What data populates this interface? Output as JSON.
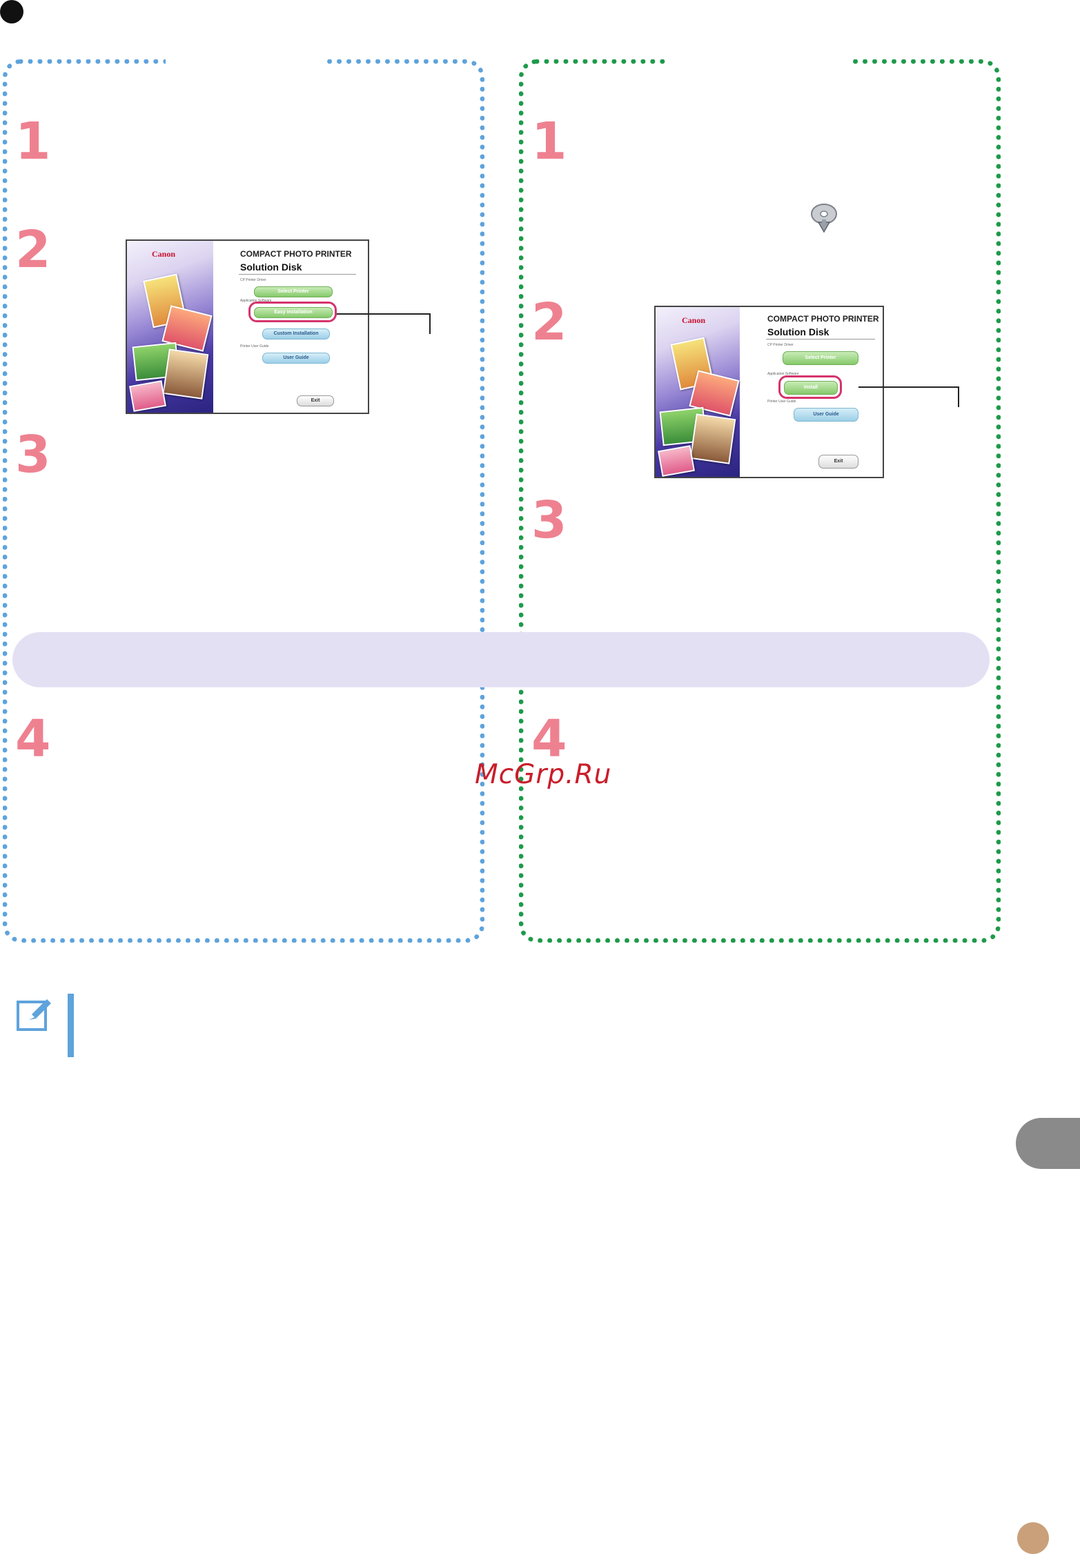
{
  "colors": {
    "windows_panel": "#5ea3dc",
    "mac_panel": "#1e9a4a",
    "step_numbers": "#ee8190",
    "band": "#e4e0f4",
    "highlight": "#d6336c",
    "watermark": "#c81e2a",
    "tab": "#8a8a8a",
    "page_dot": "#c9a07a"
  },
  "windows": {
    "steps": [
      "1",
      "2",
      "3",
      "4"
    ],
    "screenshot": {
      "brand": "Canon",
      "title_line1": "COMPACT PHOTO PRINTER",
      "title_line2": "Solution Disk",
      "section_driver": "CP Printer Driver",
      "section_app": "Application Software",
      "section_guide": "Printer User Guide",
      "btn_select_printer": "Select Printer",
      "btn_easy_install": "Easy Installation",
      "btn_custom_install": "Custom Installation",
      "btn_user_guide": "User Guide",
      "btn_exit": "Exit"
    }
  },
  "mac": {
    "steps": [
      "1",
      "2",
      "3",
      "4"
    ],
    "icon": "cd-installer-icon",
    "screenshot": {
      "brand": "Canon",
      "title_line1": "COMPACT PHOTO PRINTER",
      "title_line2": "Solution Disk",
      "section_driver": "CP Printer Driver",
      "section_app": "Application Software",
      "section_guide": "Printer User Guide",
      "btn_select_printer": "Select Printer",
      "btn_install": "Install",
      "btn_user_guide": "User Guide",
      "btn_exit": "Exit"
    }
  },
  "watermark": "McGrp.Ru",
  "note_icon": "pencil-note-icon"
}
